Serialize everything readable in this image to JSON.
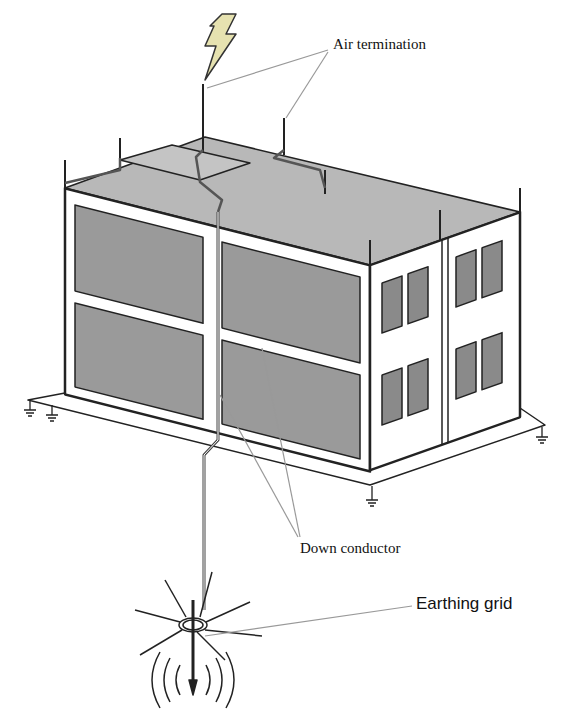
{
  "diagram": {
    "labels": [
      "Air termination",
      "Down conductor",
      "Earthing grid"
    ]
  }
}
